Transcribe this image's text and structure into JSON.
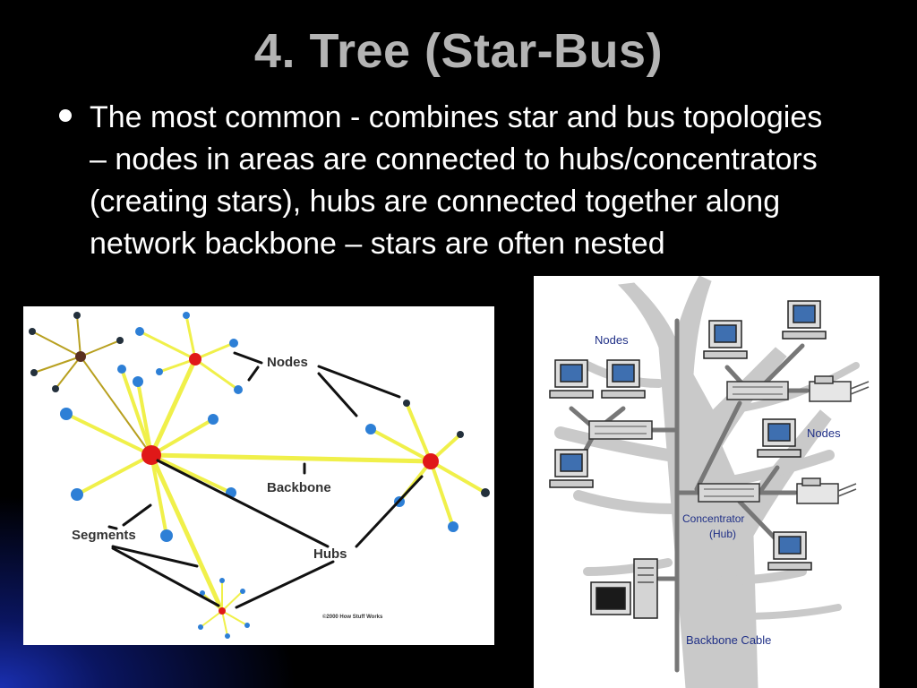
{
  "slide": {
    "title": "4. Tree (Star-Bus)",
    "bullet": "The most common -  combines star and bus topologies – nodes in areas are connected to hubs/concentrators (creating stars), hubs are connected together along network backbone – stars are often nested"
  },
  "left_diagram": {
    "labels": {
      "nodes": "Nodes",
      "backbone": "Backbone",
      "segments": "Segments",
      "hubs": "Hubs",
      "copyright": "©2000 How Stuff Works"
    },
    "colors": {
      "link": "#f0f04a",
      "hub": "#e01818",
      "node": "#2d7fd6",
      "pointer": "#111111"
    }
  },
  "right_diagram": {
    "labels": {
      "nodes_top": "Nodes",
      "nodes_right": "Nodes",
      "concentrator": "Concentrator",
      "hub": "(Hub)",
      "backbone_cable": "Backbone Cable"
    },
    "colors": {
      "label": "#1f2f86",
      "tree": "#c8c8c8",
      "cable": "#8a8a8a"
    }
  }
}
